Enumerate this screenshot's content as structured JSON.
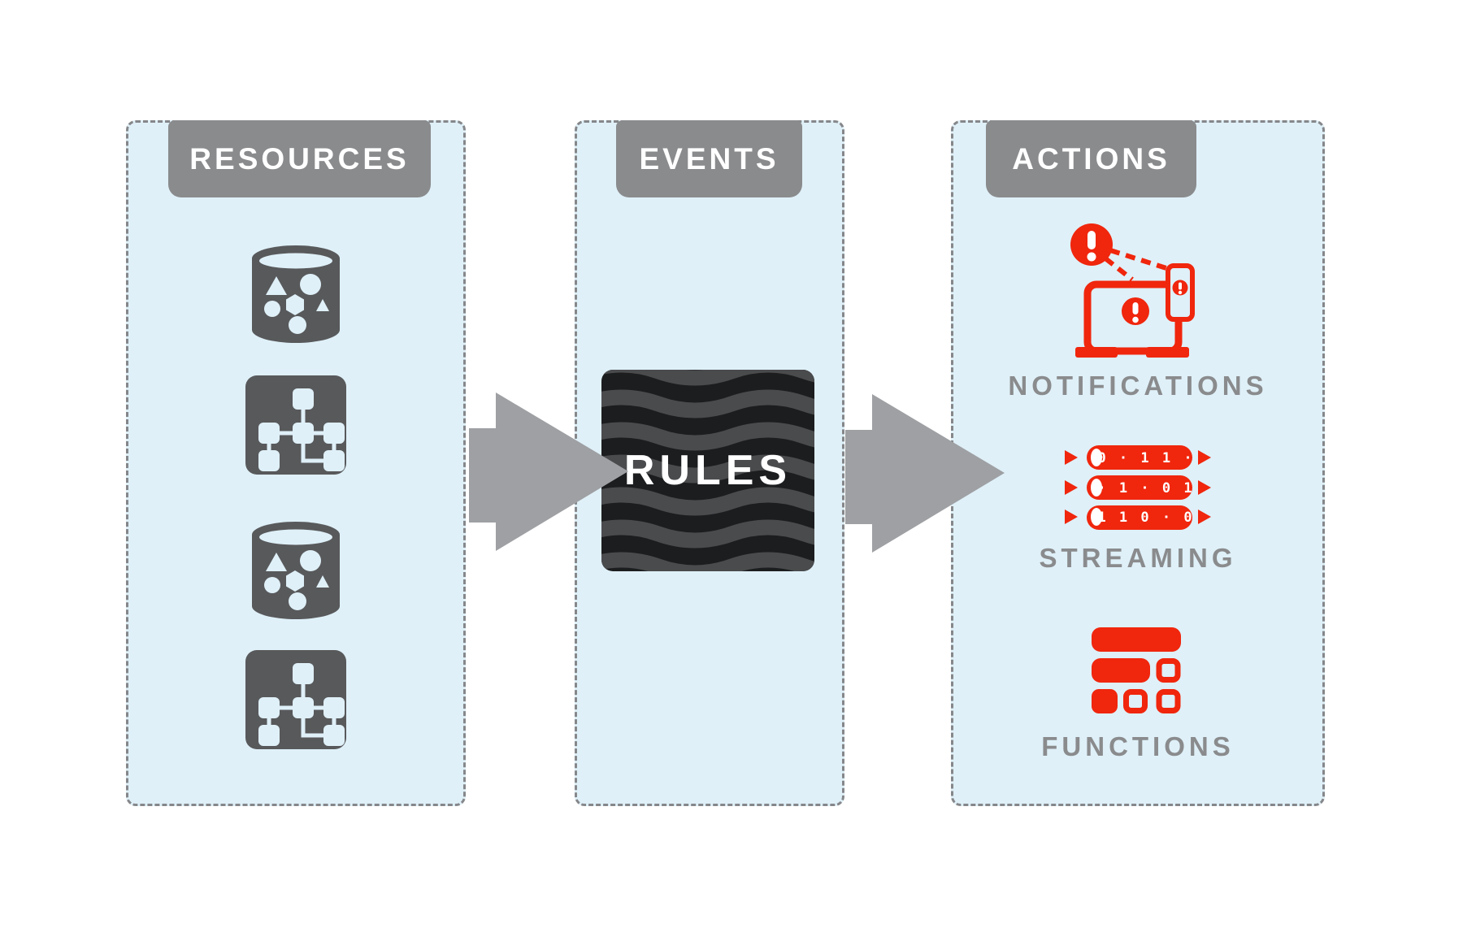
{
  "diagram": {
    "columns": [
      {
        "id": "resources",
        "label": "RESOURCES"
      },
      {
        "id": "events",
        "label": "EVENTS"
      },
      {
        "id": "actions",
        "label": "ACTIONS"
      }
    ],
    "rules_label": "RULES",
    "actions_items": {
      "notifications_label": "NOTIFICATIONS",
      "streaming_label": "STREAMING",
      "streaming_rows": [
        "0 · 1 1 ·",
        "· 1 · 0 1",
        "1 1 0 · 0"
      ],
      "functions_label": "FUNCTIONS"
    },
    "colors": {
      "panel_bg": "#DFF0F8",
      "panel_border": "#85878A",
      "badge_bg": "#8A8B8D",
      "icon_gray": "#58595B",
      "arrow_gray": "#9EA0A3",
      "label_gray": "#8A8B8D",
      "accent_red": "#F0260D",
      "rules_bg": "#1C1D1F",
      "rules_wave": "#4A4B4D"
    }
  }
}
